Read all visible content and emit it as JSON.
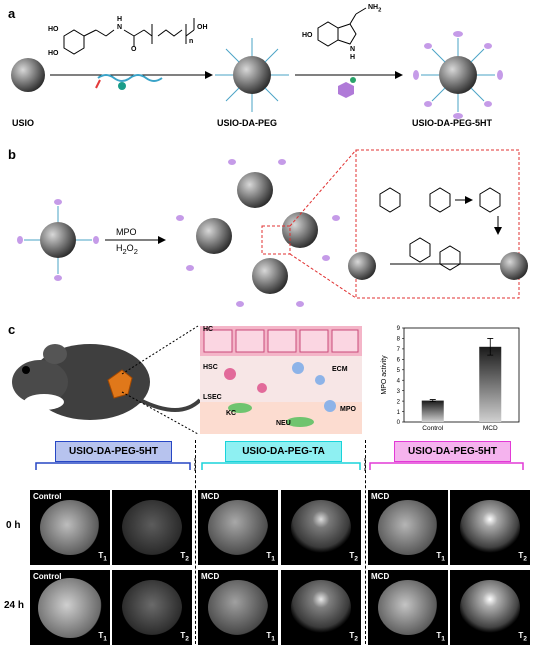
{
  "panels": {
    "a": "a",
    "b": "b",
    "c": "c"
  },
  "a": {
    "usio": "USIO",
    "usio_da_peg": "USIO-DA-PEG",
    "usio_da_peg_5ht": "USIO-DA-PEG-5HT",
    "formula_left_ho_top": "HO",
    "formula_left_ho_bottom": "HO",
    "formula_h": "H",
    "formula_n": "N",
    "formula_o": "O",
    "formula_oh": "OH",
    "formula_n_sub": "n",
    "formula_nh2": "NH",
    "formula_nh2_sub": "2",
    "formula_ho_5ht": "HO",
    "formula_n_5ht": "N",
    "formula_h_5ht": "H"
  },
  "b": {
    "mpo": "MPO",
    "h2o2": "H",
    "h2o2_sub": "2",
    "h2o2_o": "O",
    "h2o2_sub2": "2"
  },
  "c": {
    "tissue_labels": {
      "hc": "HC",
      "hsc": "HSC",
      "ecm": "ECM",
      "lsec": "LSEC",
      "kc": "KC",
      "mpo": "MPO",
      "neu": "NEU"
    },
    "colors": {
      "blue_box": "#2747c4",
      "cyan_box": "#19d3da",
      "magenta_box": "#e23ad6",
      "blue_fill": "#b7c3ee",
      "cyan_fill": "#8ef0f2",
      "magenta_fill": "#f5b3ee"
    },
    "groups": [
      {
        "label": "USIO-DA-PEG-5HT",
        "sub": "Control"
      },
      {
        "label": "USIO-DA-PEG-TA",
        "sub": "MCD"
      },
      {
        "label": "USIO-DA-PEG-5HT",
        "sub": "MCD"
      }
    ],
    "rows": [
      "0 h",
      "24 h"
    ],
    "modalities": [
      "T",
      "T"
    ],
    "modality_subs": [
      "1",
      "2"
    ]
  },
  "chart_data": {
    "type": "bar",
    "categories": [
      "Control",
      "MCD"
    ],
    "values": [
      2.05,
      7.2
    ],
    "errors": [
      0.1,
      0.8
    ],
    "ylabel": "MPO activity",
    "ylim": [
      0,
      9
    ],
    "yticks": [
      0,
      1,
      2,
      3,
      4,
      5,
      6,
      7,
      8,
      9
    ]
  }
}
